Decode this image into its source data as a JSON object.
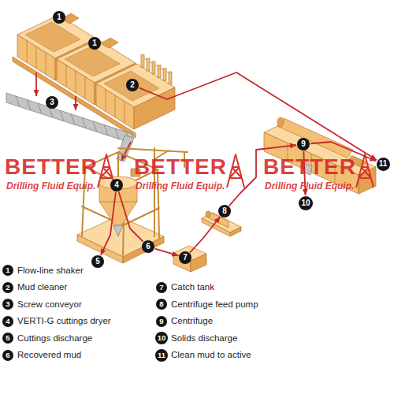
{
  "diagram": {
    "nodes": [
      {
        "text": [
          "1"
        ]
      },
      {
        "text": [
          "1"
        ]
      },
      {
        "text": [
          "2"
        ]
      },
      {
        "text": [
          "3"
        ]
      },
      {
        "text": [
          "9"
        ]
      },
      {
        "text": [
          "11"
        ]
      },
      {
        "text": [
          "4"
        ]
      },
      {
        "text": [
          "10"
        ]
      },
      {
        "text": [
          "8"
        ]
      },
      {
        "text": [
          "6"
        ]
      },
      {
        "text": [
          "7"
        ]
      },
      {
        "text": [
          "5"
        ]
      }
    ],
    "edges": [
      {
        "from": 2,
        "to": 5,
        "arrow": "to"
      },
      {
        "from": 6,
        "to": 11,
        "arrow": "to"
      },
      {
        "from": 6,
        "to": 9,
        "arrow": "none"
      },
      {
        "from": 9,
        "to": 10,
        "arrow": "to"
      },
      {
        "from": 10,
        "to": 8,
        "arrow": "to"
      },
      {
        "from": 8,
        "to": 4,
        "arrow": "to"
      },
      {
        "from": 4,
        "to": 7,
        "arrow": "to"
      },
      {
        "from": 4,
        "to": 5,
        "arrow": "to"
      }
    ],
    "labels": [
      "BETTER",
      "BETTER",
      "BETTER",
      "Drilling Fluid Equip.",
      "Drilling Fluid Equip.",
      "Drilling Fluid Equip.",
      "1",
      "2",
      "3",
      "4",
      "5",
      "6",
      "7",
      "8",
      "9",
      "10",
      "11"
    ],
    "legend": [
      {
        "text": "Flow-line shaker"
      },
      {
        "text": "Mud cleaner"
      },
      {
        "text": "Screw conveyor"
      },
      {
        "text": "VERTI-G cuttings dryer"
      },
      {
        "text": "Cuttings discharge"
      },
      {
        "text": "Recovered mud"
      },
      {
        "text": "Catch tank"
      },
      {
        "text": "Centrifuge feed pump"
      },
      {
        "text": "Centrifuge"
      },
      {
        "text": "Solids discharge"
      },
      {
        "text": "Clean mud to active"
      }
    ]
  }
}
